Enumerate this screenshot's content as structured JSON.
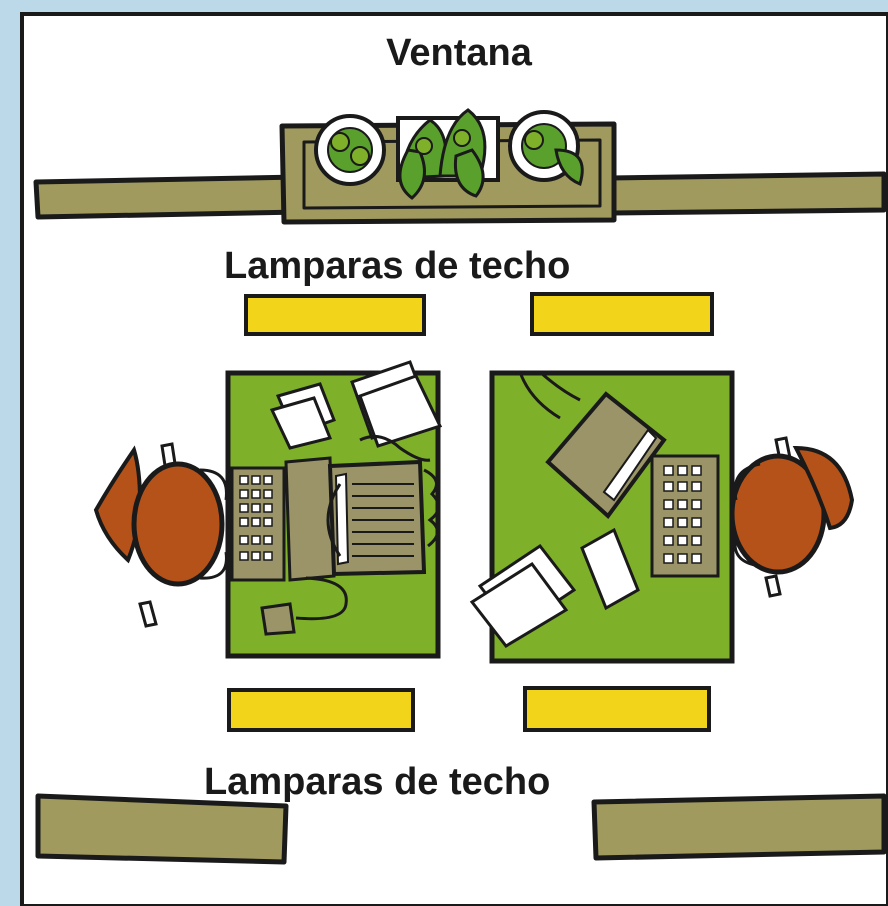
{
  "labels": {
    "window": "Ventana",
    "lamps_top": "Lamparas de techo",
    "lamps_bottom": "Lamparas de techo"
  },
  "colors": {
    "frame": "#bcd9ea",
    "paper": "#ffffff",
    "wall": "#a09a5f",
    "desk": "#7fb02a",
    "lamp": "#f2d41a",
    "person": "#b4521a",
    "equipment": "#9a9468",
    "plant": "#5aa02c",
    "outline": "#1a1a1a"
  },
  "icons": {
    "plants": "potted-plants-icon",
    "computer": "computer-icon",
    "printer": "printer-icon",
    "mouse": "mouse-icon",
    "keyboard": "keyboard-icon",
    "fax": "fax-machine-icon",
    "person": "person-topdown-icon",
    "paper": "paper-stack-icon"
  }
}
